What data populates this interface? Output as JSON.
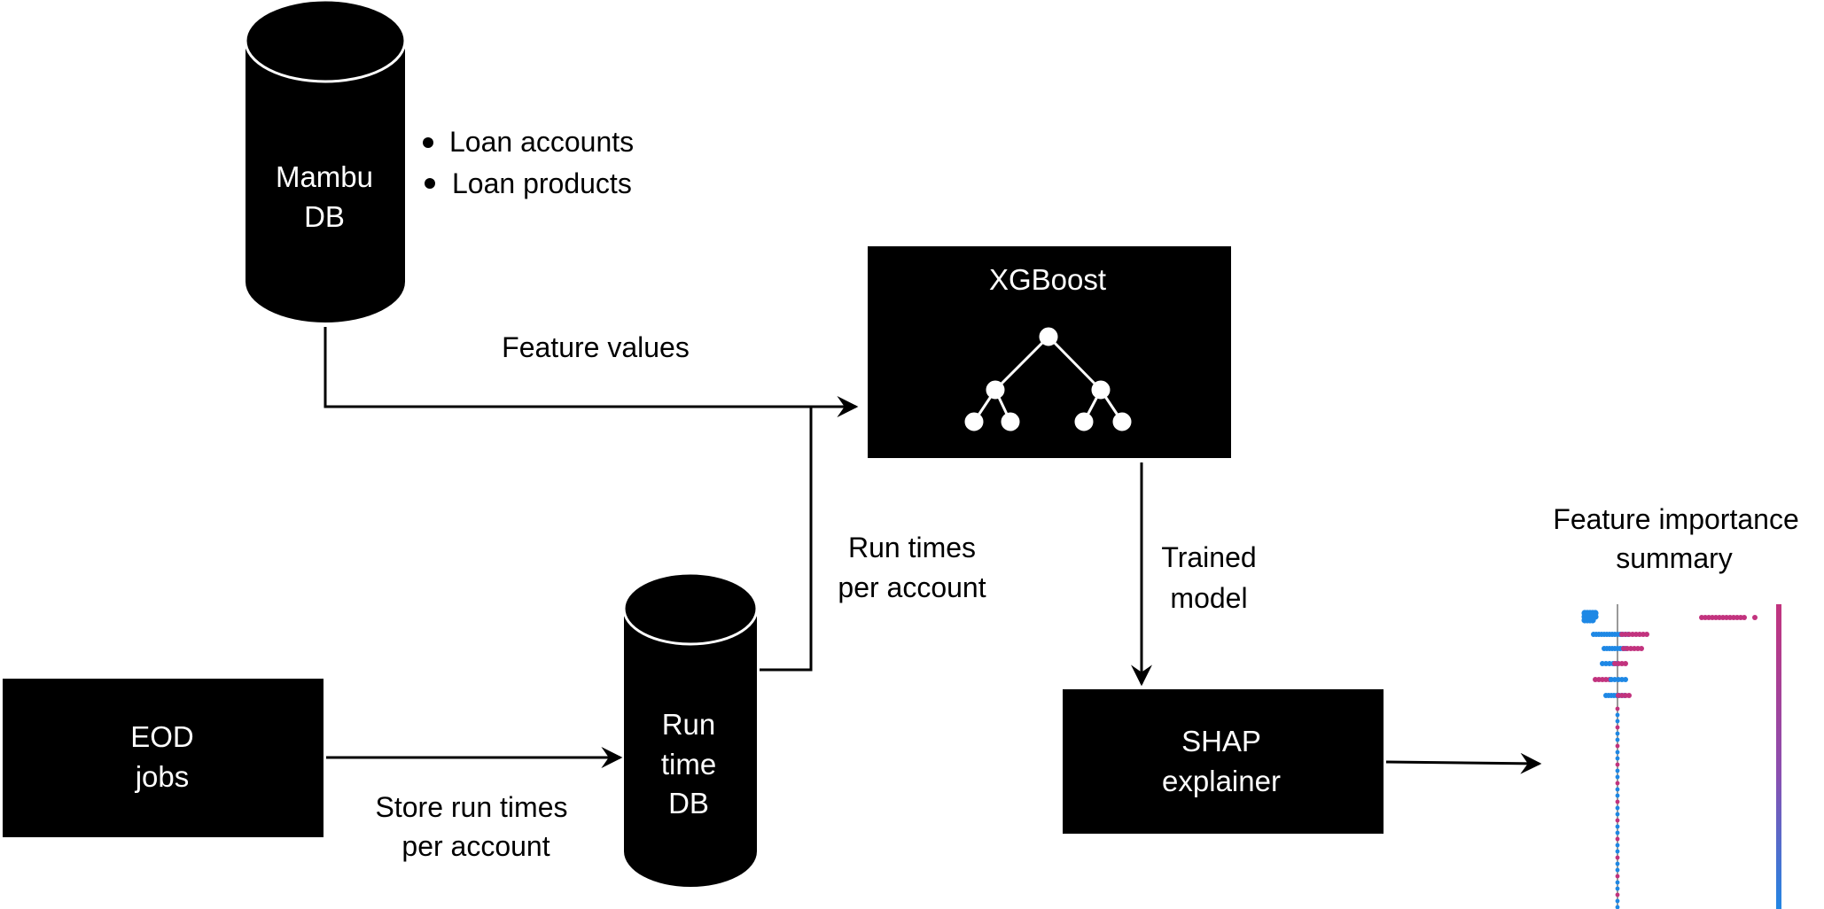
{
  "mambu_db": {
    "label_line1": "Mambu",
    "label_line2": "DB"
  },
  "mambu_contents": [
    "Loan accounts",
    "Loan products"
  ],
  "feature_values_label": "Feature values",
  "xgboost": {
    "label": "XGBoost",
    "icon": "decision-tree-icon"
  },
  "run_times_label": {
    "line1": "Run times",
    "line2": "per account"
  },
  "runtime_db": {
    "line1": "Run",
    "line2": "time",
    "line3": "DB"
  },
  "eod_jobs": {
    "line1": "EOD",
    "line2": "jobs"
  },
  "store_label": {
    "line1": "Store run times",
    "line2": "per account"
  },
  "trained_model_label": {
    "line1": "Trained",
    "line2": "model"
  },
  "shap": {
    "line1": "SHAP",
    "line2": "explainer"
  },
  "summary_title": {
    "line1": "Feature importance",
    "line2": "summary"
  },
  "colors": {
    "high": "#c2337e",
    "low": "#1e88e5",
    "box": "#000000",
    "background": "#ffffff"
  },
  "chart_data": {
    "type": "scatter",
    "title": "",
    "xlabel": "",
    "ylabel": "",
    "note": "SHAP summary (beeswarm) thumbnail, no readable labels",
    "series": [
      {
        "name": "",
        "color": "high"
      },
      {
        "name": "",
        "color": "low"
      }
    ]
  }
}
